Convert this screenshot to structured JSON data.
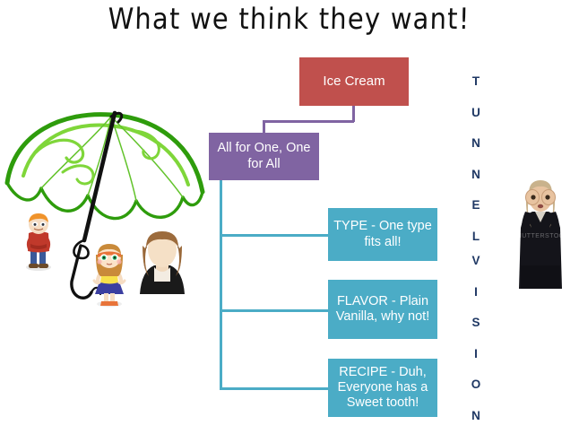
{
  "slide": {
    "title": "What we think they want!",
    "background_color": "#ffffff"
  },
  "nodes": {
    "root": {
      "label": "Ice Cream",
      "color": "#c0504d",
      "text_color": "#ffffff"
    },
    "strategy": {
      "label": "All for One, One for All",
      "color": "#8064a2",
      "text_color": "#ffffff"
    },
    "children": [
      {
        "label": "TYPE - One type fits all!",
        "color": "#4bacc6",
        "text_color": "#ffffff"
      },
      {
        "label": "FLAVOR - Plain Vanilla, why not!",
        "color": "#4bacc6",
        "text_color": "#ffffff"
      },
      {
        "label": "RECIPE - Duh, Everyone has a Sweet tooth!",
        "color": "#4bacc6",
        "text_color": "#ffffff"
      }
    ]
  },
  "connectors": {
    "root_to_strategy_color": "#8064a2",
    "strategy_to_children_color": "#4bacc6"
  },
  "side_text": {
    "color": "#1f3864",
    "word_one": "TUNNEL",
    "word_two": "VISION",
    "word_one_letters": [
      "T",
      "U",
      "N",
      "N",
      "E",
      "L"
    ],
    "word_two_letters": [
      "V",
      "I",
      "S",
      "I",
      "O",
      "N"
    ]
  },
  "illustration": {
    "umbrella": {
      "name": "green-umbrella",
      "canopy_color": "#3faa18",
      "canopy_light_color": "#7fd63a",
      "pole_color": "#111111"
    },
    "people": [
      {
        "name": "boy",
        "shirt_color": "#c0392b",
        "hair_color": "#f0932b",
        "pants_color": "#3b5a9a"
      },
      {
        "name": "girl",
        "top_color": "#f7e04a",
        "skirt_color": "#3b3fa0",
        "hair_color": "#c98a3a"
      },
      {
        "name": "woman",
        "jacket_color": "#1a1a1a",
        "hair_color": "#9c6b3c"
      }
    ]
  },
  "photo": {
    "name": "woman-tunnel-vision-gesture",
    "watermark": "SHUTTERSTOCK",
    "clothing_color": "#14141a"
  }
}
